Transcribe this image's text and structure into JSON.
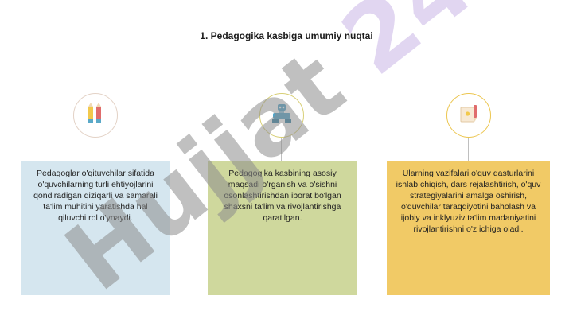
{
  "title": "1. Pedagogika kasbiga umumiy nuqtai",
  "watermark": "Hujjat24",
  "cards": [
    {
      "icon": "pencils-icon",
      "color": "#d5e6ef",
      "ring": "#e3d2c6",
      "text": "Pedagoglar o'qituvchilar sifatida o'quvchilarning turli ehtiyojlarini qondiradigan qiziqarli va samarali ta'lim muhitini yaratishda hal qiluvchi rol o'ynaydi."
    },
    {
      "icon": "robot-icon",
      "color": "#cfd89d",
      "ring": "#d8cf76",
      "text": "Pedagogika kasbining asosiy maqsadi o'rganish va o'sishni osonlashtirishdan iborat bo'lgan shaxsni ta'lim va rivojlantirishga qaratilgan."
    },
    {
      "icon": "paper-pencil-icon",
      "color": "#f1ca66",
      "ring": "#ecc650",
      "text": "Ularning vazifalari o'quv dasturlarini ishlab chiqish, dars rejalashtirish, o'quv strategiyalarini amalga oshirish, o'quvchilar taraqqiyotini baholash va ijobiy va inklyuziv ta'lim madaniyatini rivojlantirishni o'z ichiga oladi."
    }
  ]
}
